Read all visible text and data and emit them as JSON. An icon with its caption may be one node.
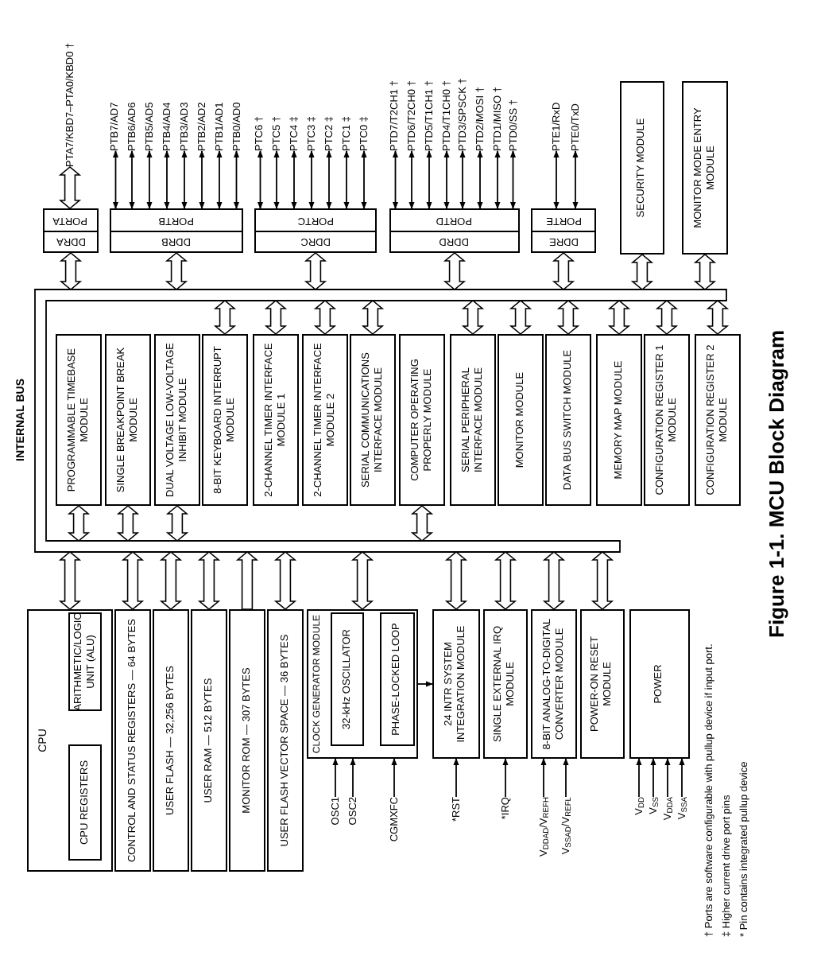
{
  "diagram": {
    "caption": "Figure 1-1. MCU Block Diagram",
    "nodes": [
      {
        "text": [
          "PTA7/KBD7–PTA0/KBD0 †"
        ]
      },
      {
        "text": [
          "PTB7/AD7"
        ]
      },
      {
        "text": [
          "PTB6/AD6"
        ]
      },
      {
        "text": [
          "PTB5/AD5"
        ]
      },
      {
        "text": [
          "PTB4/AD4"
        ]
      },
      {
        "text": [
          "PTB3/AD3"
        ]
      },
      {
        "text": [
          "PTB2/AD2"
        ]
      },
      {
        "text": [
          "PTB1/AD1"
        ]
      },
      {
        "text": [
          "PTB0/AD0"
        ]
      },
      {
        "text": [
          "PTC6 †"
        ]
      },
      {
        "text": [
          "PTC5 †"
        ]
      },
      {
        "text": [
          "PTC4 ‡"
        ]
      },
      {
        "text": [
          "PTC3 ‡"
        ]
      },
      {
        "text": [
          "PTC2 ‡"
        ]
      },
      {
        "text": [
          "PTC1 ‡"
        ]
      },
      {
        "text": [
          "PTC0 ‡"
        ]
      },
      {
        "text": [
          "PTD7/T2CH1 †"
        ]
      },
      {
        "text": [
          "PTD6/T2CH0 †"
        ]
      },
      {
        "text": [
          "PTD5/T1CH1 †"
        ]
      },
      {
        "text": [
          "PTD4/T1CH0 †"
        ]
      },
      {
        "text": [
          "PTD3/SPSCK †"
        ]
      },
      {
        "text": [
          "PTD2/MOSI †"
        ]
      },
      {
        "text": [
          "PTD1/MISO †"
        ]
      },
      {
        "text": [
          "PTD0/SS †"
        ]
      },
      {
        "text": [
          "PTE1/RxD"
        ]
      },
      {
        "text": [
          "PTE0/TxD"
        ]
      },
      {
        "text": [
          "PORTA",
          "DDRA"
        ]
      },
      {
        "text": [
          "PORTB",
          "DDRB"
        ]
      },
      {
        "text": [
          "PORTC",
          "DDRC"
        ]
      },
      {
        "text": [
          "PORTD",
          "DDRD"
        ]
      },
      {
        "text": [
          "PORTE",
          "DDRE"
        ]
      },
      {
        "text": [
          "SECURITY MODULE"
        ]
      },
      {
        "text": [
          "MONITOR MODE ENTRY MODULE"
        ]
      },
      {
        "text": [
          "INTERNAL BUS"
        ]
      },
      {
        "text": [
          "PROGRAMMABLE TIMEBASE MODULE"
        ],
        "in": 33
      },
      {
        "text": [
          "SINGLE BREAKPOINT BREAK MODULE"
        ],
        "in": 33
      },
      {
        "text": [
          "DUAL VOLTAGE LOW-VOLTAGE INHIBIT MODULE"
        ],
        "in": 33
      },
      {
        "text": [
          "8-BIT KEYBOARD INTERRUPT MODULE"
        ],
        "in": 33
      },
      {
        "text": [
          "2-CHANNEL TIMER INTERFACE MODULE 1"
        ],
        "in": 33
      },
      {
        "text": [
          "2-CHANNEL TIMER INTERFACE MODULE 2"
        ],
        "in": 33
      },
      {
        "text": [
          "SERIAL COMMUNICATIONS INTERFACE MODULE"
        ],
        "in": 33
      },
      {
        "text": [
          "COMPUTER OPERATING PROPERLY MODULE"
        ],
        "in": 33
      },
      {
        "text": [
          "SERIAL PERIPHERAL INTERFACE MODULE"
        ],
        "in": 33
      },
      {
        "text": [
          "MONITOR MODULE"
        ],
        "in": 33
      },
      {
        "text": [
          "DATA BUS SWITCH MODULE"
        ],
        "in": 33
      },
      {
        "text": [
          "MEMORY MAP MODULE"
        ],
        "in": 33
      },
      {
        "text": [
          "CONFIGURATION REGISTER 1 MODULE"
        ],
        "in": 33
      },
      {
        "text": [
          "CONFIGURATION REGISTER 2 MODULE"
        ],
        "in": 33
      },
      {
        "text": [
          "CPU"
        ]
      },
      {
        "text": [
          "CPU REGISTERS"
        ],
        "in": 48
      },
      {
        "text": [
          "ARITHMETIC/LOGIC UNIT (ALU)"
        ],
        "in": 48
      },
      {
        "text": [
          "CONTROL AND STATUS REGISTERS — 64 BYTES"
        ]
      },
      {
        "text": [
          "USER FLASH — 32,256 BYTES"
        ]
      },
      {
        "text": [
          "USER RAM — 512 BYTES"
        ]
      },
      {
        "text": [
          "MONITOR ROM — 307 BYTES"
        ]
      },
      {
        "text": [
          "USER FLASH VECTOR SPACE — 36 BYTES"
        ]
      },
      {
        "text": [
          "CLOCK GENERATOR MODULE"
        ]
      },
      {
        "text": [
          "32-kHz OSCILLATOR"
        ],
        "in": 56
      },
      {
        "text": [
          "PHASE-LOCKED LOOP"
        ],
        "in": 56
      },
      {
        "text": [
          "24 INTR SYSTEM INTEGRATION MODULE"
        ]
      },
      {
        "text": [
          "SINGLE EXTERNAL IRQ MODULE"
        ]
      },
      {
        "text": [
          "8-BIT ANALOG-TO-DIGITAL CONVERTER MODULE"
        ]
      },
      {
        "text": [
          "POWER-ON RESET MODULE"
        ]
      },
      {
        "text": [
          "POWER"
        ]
      },
      {
        "text": [
          "OSC1"
        ]
      },
      {
        "text": [
          "OSC2"
        ]
      },
      {
        "text": [
          "CGMXFC"
        ]
      },
      {
        "text": [
          "*RST"
        ]
      },
      {
        "text": [
          "*IRQ"
        ]
      },
      {
        "text": [
          "V$_{DDAD}$/V$_{REFH}$"
        ]
      },
      {
        "text": [
          "V$_{SSAD}$/V$_{REFL}$"
        ]
      },
      {
        "text": [
          "V$_{DD}$"
        ]
      },
      {
        "text": [
          "V$_{SS}$"
        ]
      },
      {
        "text": [
          "V$_{DDA}$"
        ]
      },
      {
        "text": [
          "V$_{SSA}$"
        ]
      }
    ],
    "edges": [
      {
        "from": 26,
        "to": 0,
        "arrow": "both",
        "style": "thick"
      },
      {
        "from": 27,
        "to": 1,
        "arrow": "both"
      },
      {
        "from": 27,
        "to": 2,
        "arrow": "both"
      },
      {
        "from": 27,
        "to": 3,
        "arrow": "both"
      },
      {
        "from": 27,
        "to": 4,
        "arrow": "both"
      },
      {
        "from": 27,
        "to": 5,
        "arrow": "both"
      },
      {
        "from": 27,
        "to": 6,
        "arrow": "both"
      },
      {
        "from": 27,
        "to": 7,
        "arrow": "both"
      },
      {
        "from": 27,
        "to": 8,
        "arrow": "both"
      },
      {
        "from": 28,
        "to": 9,
        "arrow": "both"
      },
      {
        "from": 28,
        "to": 10,
        "arrow": "both"
      },
      {
        "from": 28,
        "to": 11,
        "arrow": "both"
      },
      {
        "from": 28,
        "to": 12,
        "arrow": "both"
      },
      {
        "from": 28,
        "to": 13,
        "arrow": "both"
      },
      {
        "from": 28,
        "to": 14,
        "arrow": "both"
      },
      {
        "from": 28,
        "to": 15,
        "arrow": "both"
      },
      {
        "from": 29,
        "to": 16,
        "arrow": "both"
      },
      {
        "from": 29,
        "to": 17,
        "arrow": "both"
      },
      {
        "from": 29,
        "to": 18,
        "arrow": "both"
      },
      {
        "from": 29,
        "to": 19,
        "arrow": "both"
      },
      {
        "from": 29,
        "to": 20,
        "arrow": "both"
      },
      {
        "from": 29,
        "to": 21,
        "arrow": "both"
      },
      {
        "from": 29,
        "to": 22,
        "arrow": "both"
      },
      {
        "from": 29,
        "to": 23,
        "arrow": "both"
      },
      {
        "from": 30,
        "to": 24,
        "arrow": "both"
      },
      {
        "from": 30,
        "to": 25,
        "arrow": "both"
      },
      {
        "from": 26,
        "to": 33,
        "arrow": "both",
        "style": "thick"
      },
      {
        "from": 27,
        "to": 33,
        "arrow": "both",
        "style": "thick"
      },
      {
        "from": 28,
        "to": 33,
        "arrow": "both",
        "style": "thick"
      },
      {
        "from": 29,
        "to": 33,
        "arrow": "both",
        "style": "thick"
      },
      {
        "from": 30,
        "to": 33,
        "arrow": "both",
        "style": "thick"
      },
      {
        "from": 31,
        "to": 33,
        "arrow": "both",
        "style": "thick"
      },
      {
        "from": 32,
        "to": 33,
        "arrow": "both",
        "style": "thick"
      },
      {
        "from": 34,
        "to": 33,
        "arrow": "both",
        "style": "thick"
      },
      {
        "from": 35,
        "to": 33,
        "arrow": "both",
        "style": "thick"
      },
      {
        "from": 36,
        "to": 33,
        "arrow": "both",
        "style": "thick"
      },
      {
        "from": 37,
        "to": 33,
        "arrow": "both",
        "style": "thick"
      },
      {
        "from": 38,
        "to": 33,
        "arrow": "both",
        "style": "thick"
      },
      {
        "from": 39,
        "to": 33,
        "arrow": "both",
        "style": "thick"
      },
      {
        "from": 40,
        "to": 33,
        "arrow": "both",
        "style": "thick"
      },
      {
        "from": 41,
        "to": 33,
        "arrow": "both",
        "style": "thick"
      },
      {
        "from": 42,
        "to": 33,
        "arrow": "both",
        "style": "thick"
      },
      {
        "from": 43,
        "to": 33,
        "arrow": "both",
        "style": "thick"
      },
      {
        "from": 44,
        "to": 33,
        "arrow": "both",
        "style": "thick"
      },
      {
        "from": 45,
        "to": 33,
        "arrow": "both",
        "style": "thick"
      },
      {
        "from": 46,
        "to": 33,
        "arrow": "both",
        "style": "thick"
      },
      {
        "from": 47,
        "to": 33,
        "arrow": "both",
        "style": "thick"
      },
      {
        "from": 48,
        "to": 33,
        "arrow": "both",
        "style": "thick"
      },
      {
        "from": 51,
        "to": 33,
        "arrow": "both",
        "style": "thick"
      },
      {
        "from": 52,
        "to": 33,
        "arrow": "both",
        "style": "thick"
      },
      {
        "from": 53,
        "to": 33,
        "arrow": "both",
        "style": "thick"
      },
      {
        "from": 54,
        "to": 33,
        "arrow": "to",
        "style": "thick"
      },
      {
        "from": 55,
        "to": 33,
        "arrow": "both",
        "style": "thick"
      },
      {
        "from": 56,
        "to": 33,
        "arrow": "both",
        "style": "thick"
      },
      {
        "from": 59,
        "to": 33,
        "arrow": "both",
        "style": "thick"
      },
      {
        "from": 60,
        "to": 33,
        "arrow": "both",
        "style": "thick"
      },
      {
        "from": 61,
        "to": 33,
        "arrow": "both",
        "style": "thick"
      },
      {
        "from": 62,
        "to": 33,
        "arrow": "both",
        "style": "thick"
      },
      {
        "from": 56,
        "to": 59,
        "arrow": "to"
      },
      {
        "from": 64,
        "to": 56,
        "arrow": "to"
      },
      {
        "from": 65,
        "to": 56,
        "arrow": "to"
      },
      {
        "from": 66,
        "to": 56,
        "arrow": "to"
      },
      {
        "from": 67,
        "to": 59,
        "arrow": "to"
      },
      {
        "from": 68,
        "to": 60,
        "arrow": "to"
      },
      {
        "from": 69,
        "to": 61,
        "arrow": "to"
      },
      {
        "from": 70,
        "to": 61,
        "arrow": "to"
      },
      {
        "from": 71,
        "to": 63,
        "arrow": "to"
      },
      {
        "from": 72,
        "to": 63,
        "arrow": "to"
      },
      {
        "from": 73,
        "to": 63,
        "arrow": "to"
      },
      {
        "from": 74,
        "to": 63,
        "arrow": "to"
      }
    ],
    "labels": [
      "† Ports are software configurable with pullup device if input port.",
      "‡ Higher current drive port pins",
      "* Pin contains integrated pullup device"
    ]
  }
}
